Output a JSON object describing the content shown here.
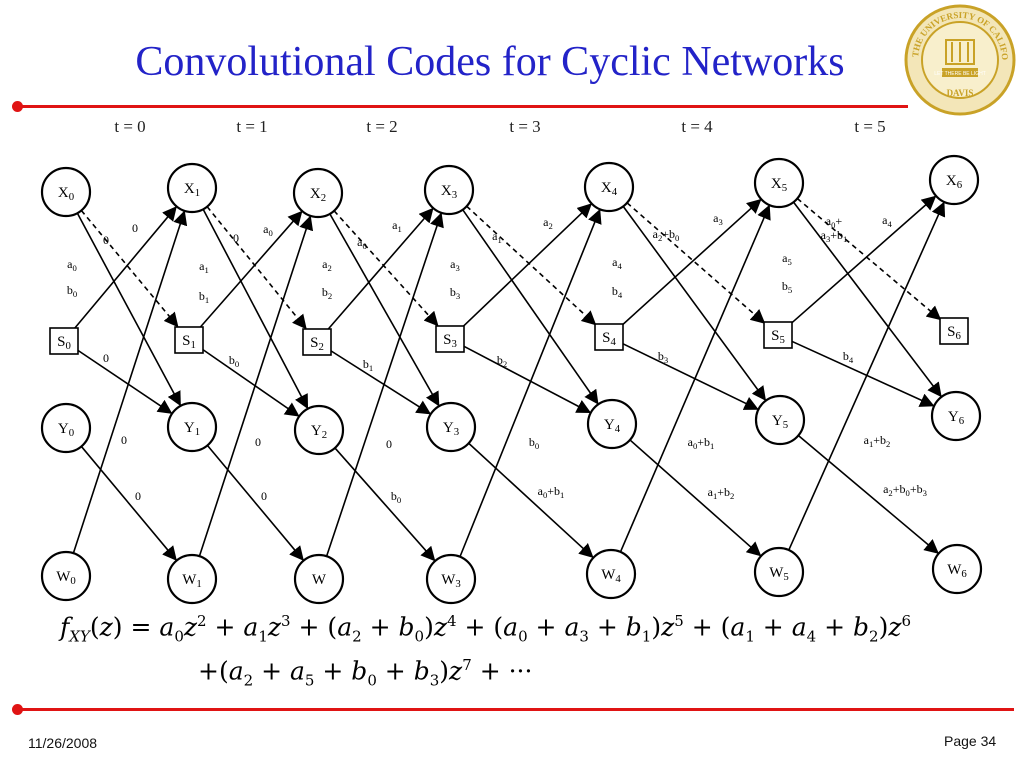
{
  "slide": {
    "title": "Convolutional Codes for Cyclic Networks",
    "date": "11/26/2008",
    "page": "Page 34",
    "accent_color": "#2323c8",
    "rule_color": "#e01414"
  },
  "seal": {
    "top_text": "THE UNIVERSITY OF CALIFORNIA",
    "bottom_text": "DAVIS",
    "banner": "LET THERE BE LIGHT",
    "color": "#c9a227"
  },
  "time_labels": [
    "t =  0",
    "t = 1",
    "t =  2",
    "t =  3",
    "t =  4",
    "t = 5"
  ],
  "nodes": {
    "x": [
      "X0",
      "X1",
      "X2",
      "X3",
      "X4",
      "X5",
      "X6"
    ],
    "s": [
      "S0",
      "S1",
      "S2",
      "S3",
      "S4",
      "S5",
      "S6"
    ],
    "y": [
      "Y0",
      "Y1",
      "Y2",
      "Y3",
      "Y4",
      "Y5",
      "Y6"
    ],
    "w": [
      "W0",
      "W1",
      "W",
      "W3",
      "W4",
      "W5",
      "W6"
    ]
  },
  "edge_labels": [
    "0",
    "0",
    "a0",
    "b0",
    "0",
    "0",
    "0",
    "0",
    "a0",
    "a1",
    "b1",
    "b0",
    "0",
    "0",
    "a0",
    "a1",
    "a2",
    "b2",
    "b1",
    "0",
    "b0",
    "a1",
    "a2",
    "a3",
    "b3",
    "b2",
    "b0",
    "a0+b1",
    "a2+b0",
    "a3",
    "a4",
    "b4",
    "b3",
    "a0+b1",
    "a1+b2",
    "a0+ a3+b1",
    "a4",
    "a5",
    "b5",
    "b4",
    "a1+b2",
    "a2+b0+b3"
  ],
  "equation": {
    "line1": "f_XY(z) = a0z^2 + a1z^3 + (a2 + b0)z^4 + (a0 + a3 + b1)z^5 + (a1 + a4 + b2)z^6",
    "line2": "+(a2 + a5 + b0 + b3)z^7 + ···"
  }
}
